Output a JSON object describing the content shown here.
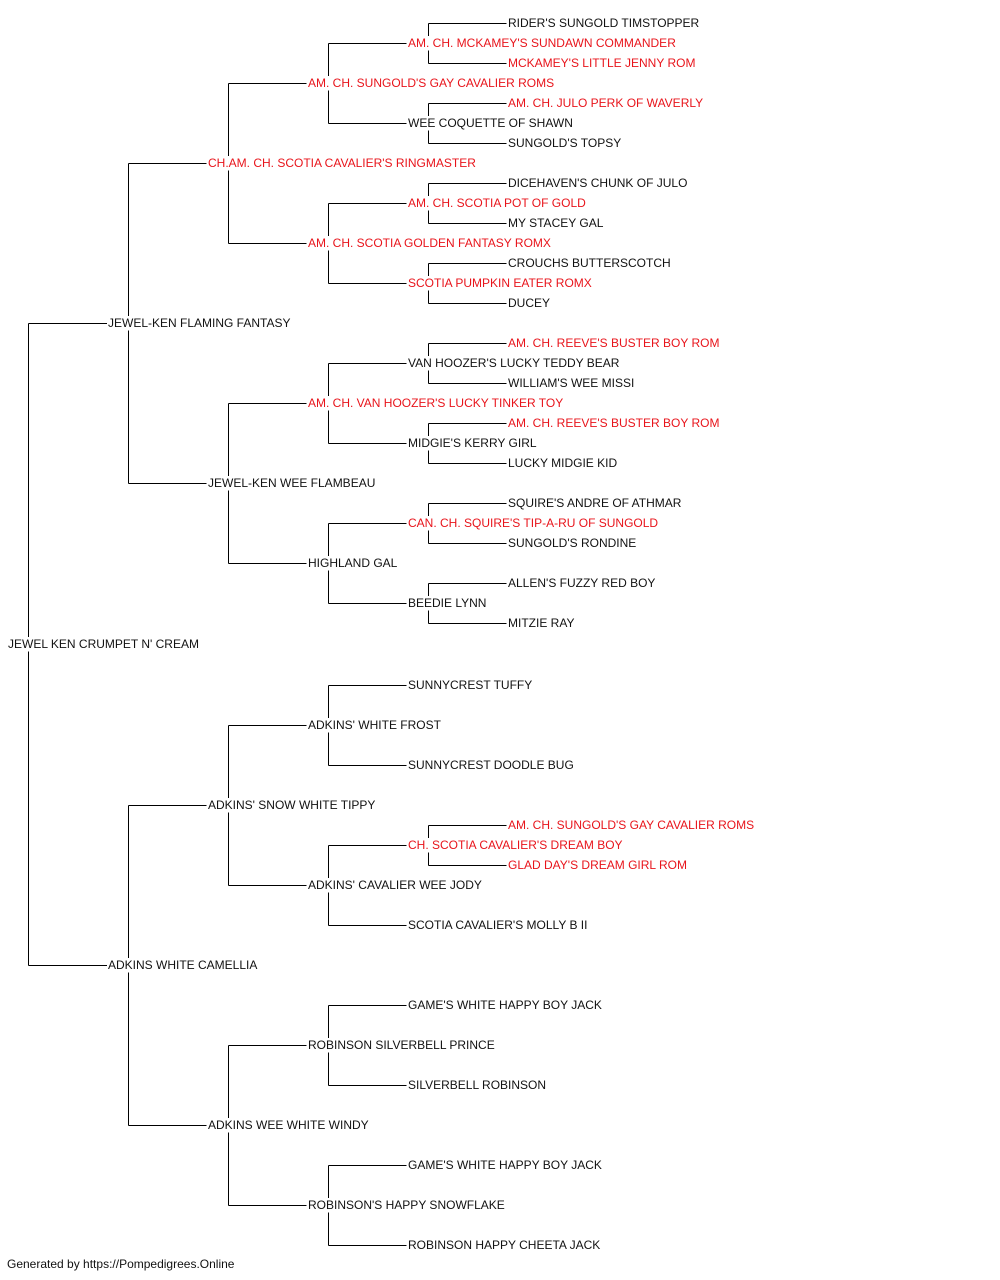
{
  "colors": {
    "champion": "#e8141b",
    "regular": "#111111",
    "lines": "#000000"
  },
  "pedigree": {
    "subject": "JEWEL KEN CRUMPET N' CREAM",
    "sire": {
      "name": "JEWEL-KEN FLAMING FANTASY",
      "champion": false,
      "sire": {
        "name": "CH.AM. CH. SCOTIA CAVALIER'S RINGMASTER",
        "champion": true,
        "sire": {
          "name": "AM. CH. SUNGOLD'S GAY CAVALIER ROMS",
          "champion": true,
          "sire": {
            "name": "AM. CH. MCKAMEY'S SUNDAWN COMMANDER",
            "champion": true,
            "sire": {
              "name": "RIDER'S SUNGOLD TIMSTOPPER",
              "champion": false
            },
            "dam": {
              "name": "MCKAMEY'S LITTLE JENNY ROM",
              "champion": true
            }
          },
          "dam": {
            "name": "WEE COQUETTE OF SHAWN",
            "champion": false,
            "sire": {
              "name": "AM. CH. JULO PERK OF WAVERLY",
              "champion": true
            },
            "dam": {
              "name": "SUNGOLD'S TOPSY",
              "champion": false
            }
          }
        },
        "dam": {
          "name": "AM. CH. SCOTIA GOLDEN FANTASY ROMX",
          "champion": true,
          "sire": {
            "name": "AM. CH. SCOTIA POT OF GOLD",
            "champion": true,
            "sire": {
              "name": "DICEHAVEN'S CHUNK OF JULO",
              "champion": false
            },
            "dam": {
              "name": "MY STACEY GAL",
              "champion": false
            }
          },
          "dam": {
            "name": "SCOTIA PUMPKIN EATER ROMX",
            "champion": true,
            "sire": {
              "name": "CROUCHS BUTTERSCOTCH",
              "champion": false
            },
            "dam": {
              "name": "DUCEY",
              "champion": false
            }
          }
        }
      },
      "dam": {
        "name": "JEWEL-KEN WEE FLAMBEAU",
        "champion": false,
        "sire": {
          "name": "AM. CH. VAN HOOZER'S LUCKY TINKER TOY",
          "champion": true,
          "sire": {
            "name": "VAN HOOZER'S LUCKY TEDDY BEAR",
            "champion": false,
            "sire": {
              "name": "AM. CH. REEVE'S BUSTER BOY ROM",
              "champion": true
            },
            "dam": {
              "name": "WILLIAM'S WEE MISSI",
              "champion": false
            }
          },
          "dam": {
            "name": "MIDGIE'S KERRY GIRL",
            "champion": false,
            "sire": {
              "name": "AM. CH. REEVE'S BUSTER BOY ROM",
              "champion": true
            },
            "dam": {
              "name": "LUCKY MIDGIE KID",
              "champion": false
            }
          }
        },
        "dam": {
          "name": "HIGHLAND GAL",
          "champion": false,
          "sire": {
            "name": "CAN. CH. SQUIRE'S TIP-A-RU OF SUNGOLD",
            "champion": true,
            "sire": {
              "name": "SQUIRE'S ANDRE OF ATHMAR",
              "champion": false
            },
            "dam": {
              "name": "SUNGOLD'S RONDINE",
              "champion": false
            }
          },
          "dam": {
            "name": "BEEDIE LYNN",
            "champion": false,
            "sire": {
              "name": "ALLEN'S FUZZY RED BOY",
              "champion": false
            },
            "dam": {
              "name": "MITZIE RAY",
              "champion": false
            }
          }
        }
      }
    },
    "dam": {
      "name": "ADKINS WHITE CAMELLIA",
      "champion": false,
      "sire": {
        "name": "ADKINS' SNOW WHITE TIPPY",
        "champion": false,
        "sire": {
          "name": "ADKINS' WHITE FROST",
          "champion": false,
          "sire": {
            "name": "SUNNYCREST TUFFY",
            "champion": false
          },
          "dam": {
            "name": "SUNNYCREST DOODLE BUG",
            "champion": false
          }
        },
        "dam": {
          "name": "ADKINS' CAVALIER WEE JODY",
          "champion": false,
          "sire": {
            "name": "CH. SCOTIA CAVALIER'S DREAM BOY",
            "champion": true,
            "sire": {
              "name": "AM. CH. SUNGOLD'S GAY CAVALIER ROMS",
              "champion": true
            },
            "dam": {
              "name": "GLAD DAY'S DREAM GIRL ROM",
              "champion": true
            }
          },
          "dam": {
            "name": "SCOTIA CAVALIER'S MOLLY B II",
            "champion": false
          }
        }
      },
      "dam": {
        "name": "ADKINS WEE WHITE WINDY",
        "champion": false,
        "sire": {
          "name": "ROBINSON SILVERBELL PRINCE",
          "champion": false,
          "sire": {
            "name": "GAME'S WHITE HAPPY BOY JACK",
            "champion": false
          },
          "dam": {
            "name": "SILVERBELL ROBINSON",
            "champion": false
          }
        },
        "dam": {
          "name": "ROBINSON'S HAPPY SNOWFLAKE",
          "champion": false,
          "sire": {
            "name": "GAME'S WHITE HAPPY BOY JACK",
            "champion": false
          },
          "dam": {
            "name": "ROBINSON HAPPY CHEETA JACK",
            "champion": false
          }
        }
      }
    }
  },
  "footer": {
    "credit": "Generated by https://Pompedigrees.Online"
  }
}
